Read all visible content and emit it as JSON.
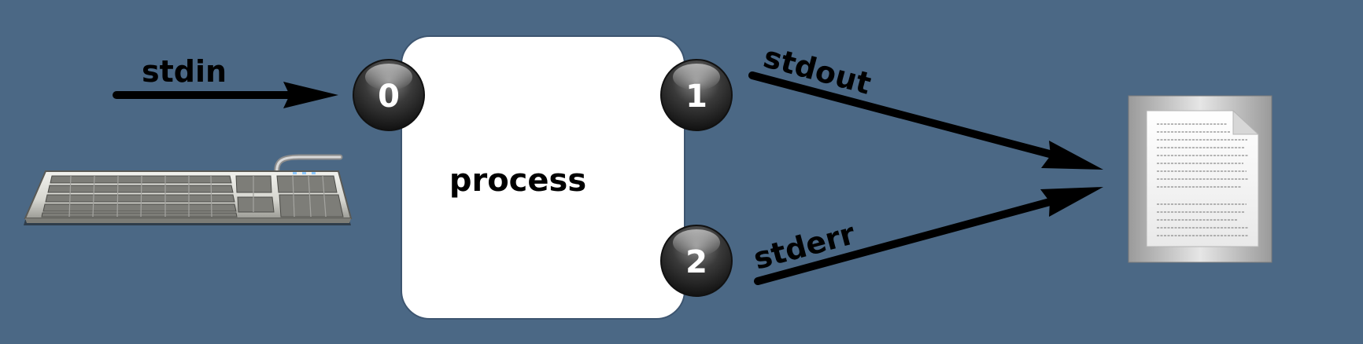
{
  "diagram": {
    "background_color": "#4b6885",
    "process_label": "process",
    "process_box_color": "#ffffff",
    "ports": [
      {
        "id": "0",
        "label": "0"
      },
      {
        "id": "1",
        "label": "1"
      },
      {
        "id": "2",
        "label": "2"
      }
    ],
    "streams": {
      "stdin": "stdin",
      "stdout": "stdout",
      "stderr": "stderr"
    },
    "input_device_icon": "keyboard-icon",
    "output_target_icon": "document-icon"
  }
}
